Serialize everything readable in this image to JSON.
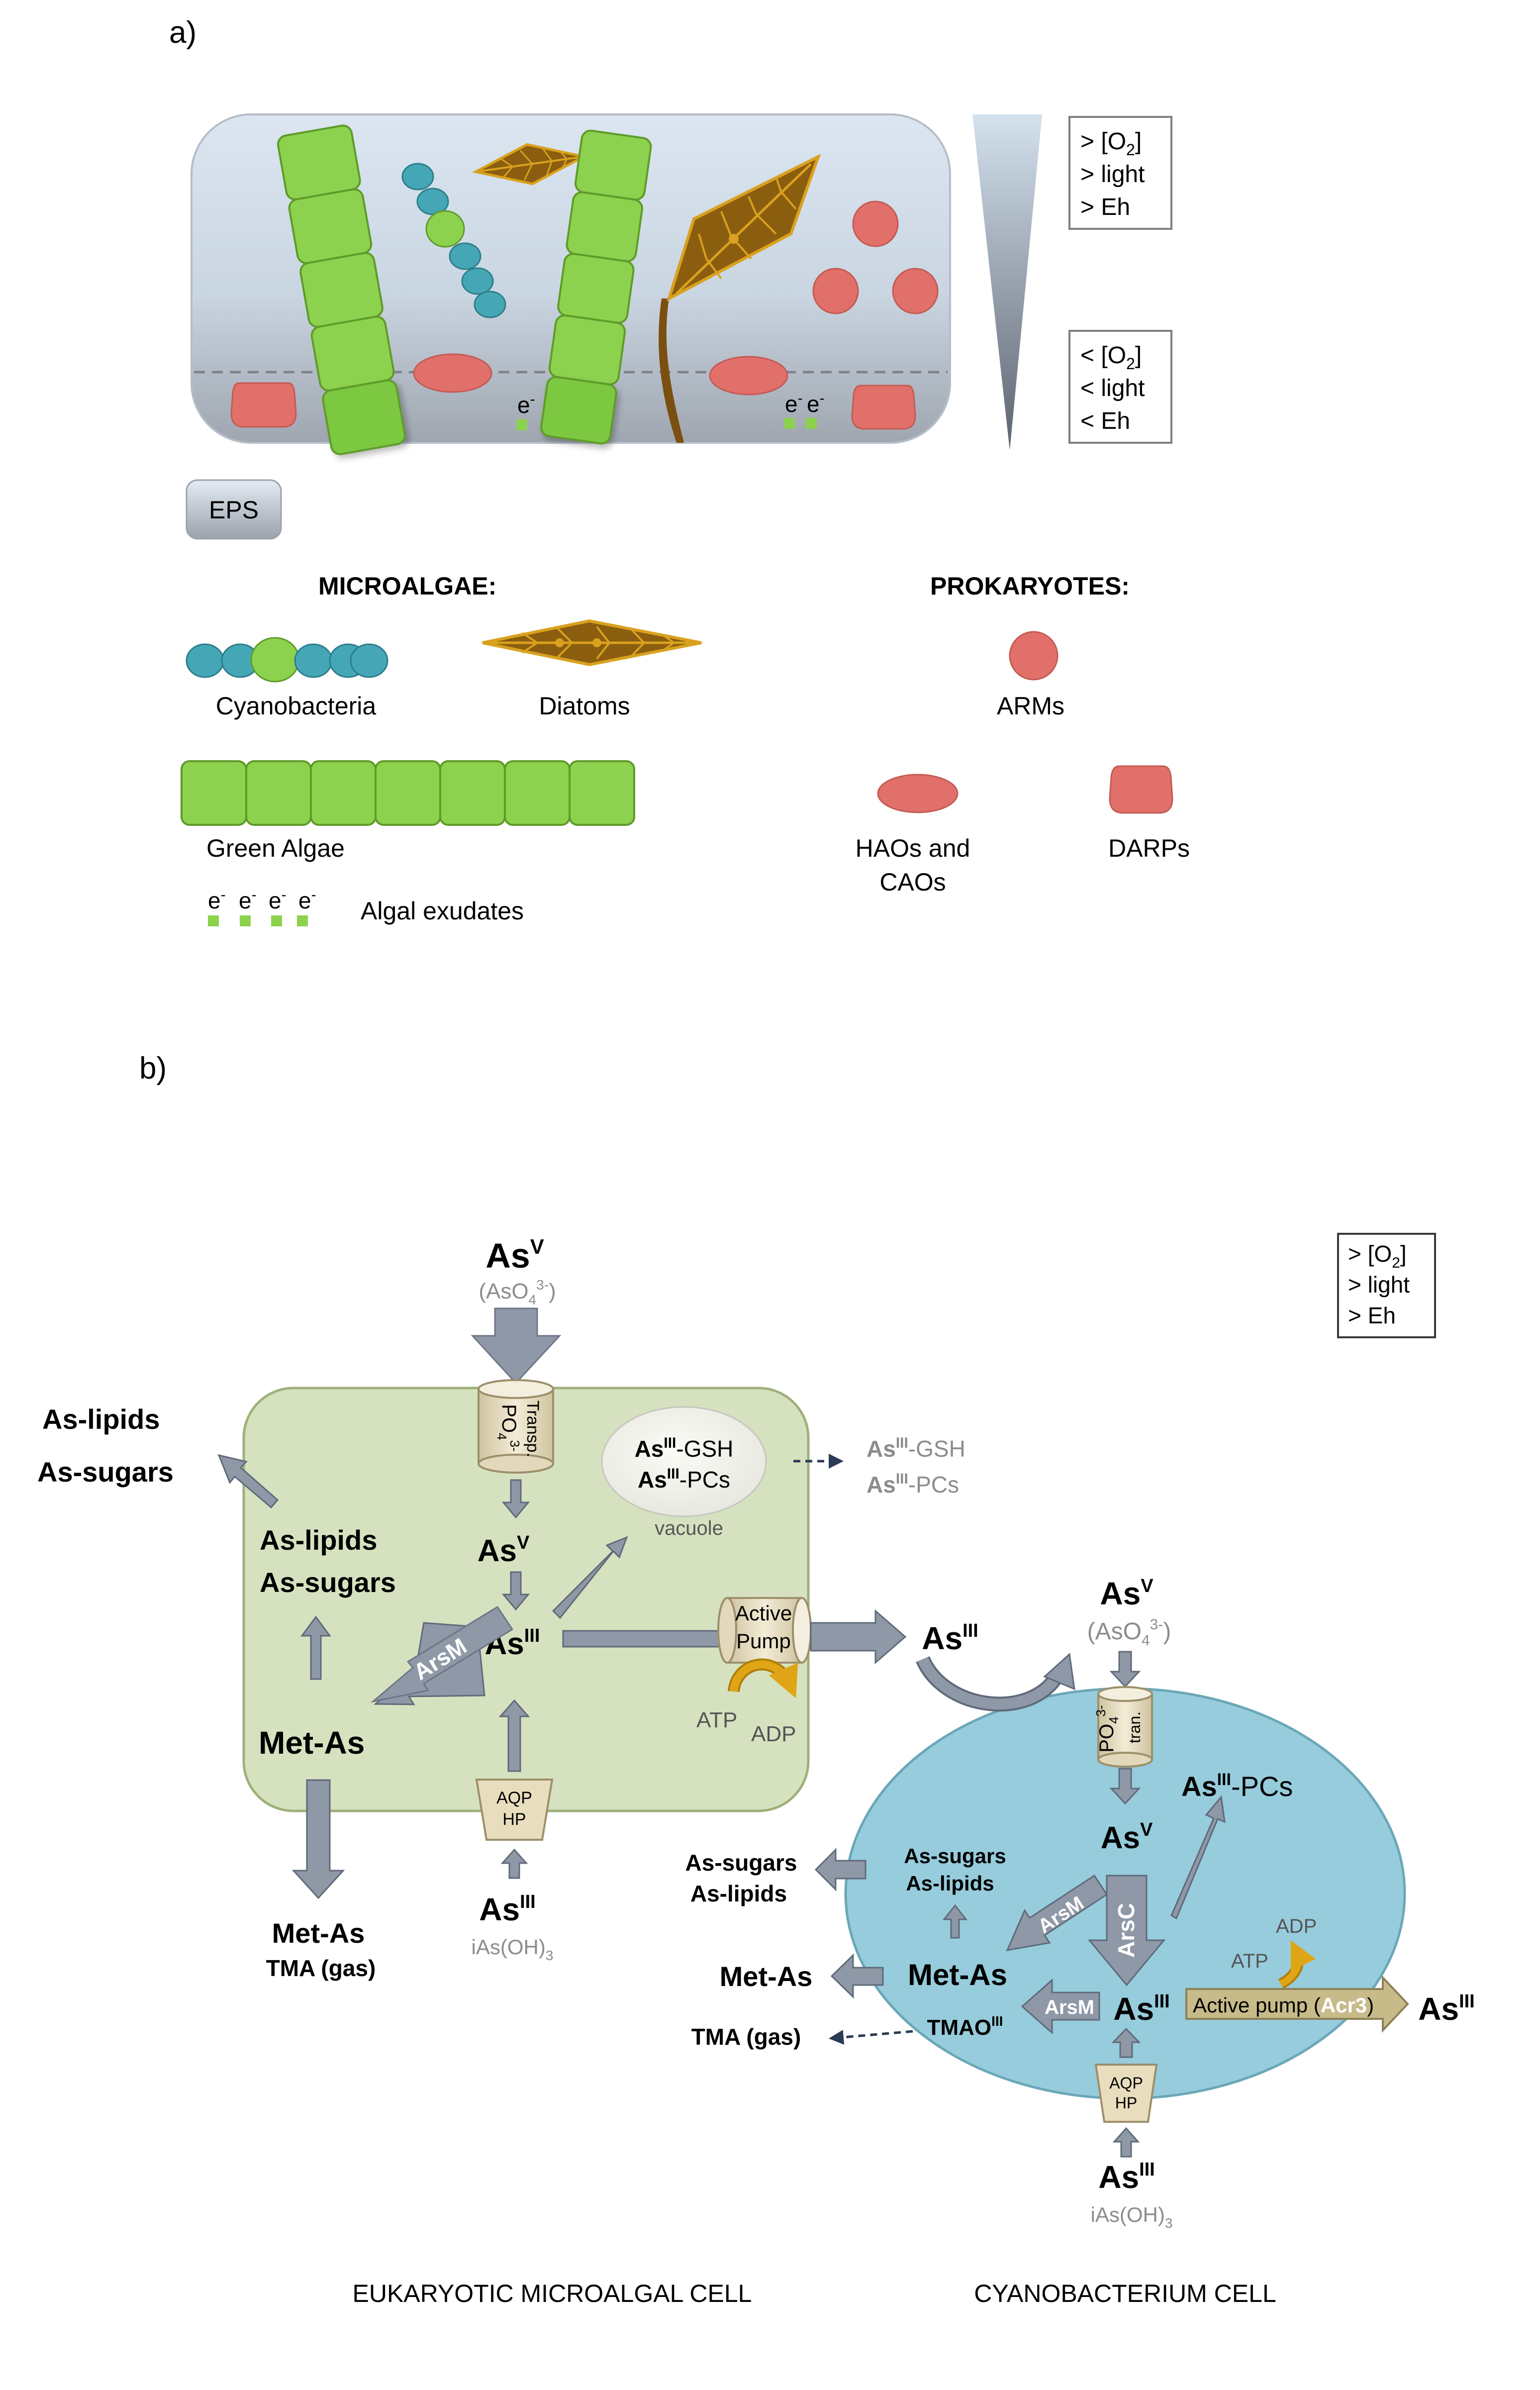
{
  "panel_a": {
    "label": "a)",
    "top_box": {
      "l1": "> [O",
      "s1": "2",
      "r1": "]",
      "l2": "> light",
      "l3": "> Eh"
    },
    "bottom_box": {
      "l1": "< [O",
      "s1": "2",
      "r1": "]",
      "l2": "< light",
      "l3": "< Eh"
    },
    "electron": "e",
    "electron_sup": "-",
    "eps_label": "EPS",
    "legend": {
      "microalgae_header": "MICROALGAE:",
      "prokaryotes_header": "PROKARYOTES:",
      "cyanobacteria": "Cyanobacteria",
      "diatoms": "Diatoms",
      "green_algae": "Green Algae",
      "algal_exudates": "Algal exudates",
      "arms": "ARMs",
      "haos_line1": "HAOs and",
      "haos_line2": "CAOs",
      "darps": "DARPs"
    }
  },
  "panel_b": {
    "label": "b)",
    "oxic_box": {
      "l1": "> [O",
      "s1": "2",
      "r1": "]",
      "l2": "> light",
      "l3": "> Eh"
    },
    "as": "As",
    "sup_v": "V",
    "sup_iii": "III",
    "aso4_pre": "(AsO",
    "aso4_sub": "4",
    "aso4_sup": "3-",
    "aso4_post": ")",
    "ias_pre": "iAs(OH)",
    "ias_sub": "3",
    "po4": "PO",
    "po4_sub": "4",
    "po4_sup": "3-",
    "transp": "Transp.",
    "tran": "tran.",
    "gsh": "-GSH",
    "pcs": "-PCs",
    "vacuole": "vacuole",
    "as_lipids": "As-lipids",
    "as_sugars": "As-sugars",
    "met_as": "Met-As",
    "tma_gas": "TMA (gas)",
    "arsm": "ArsM",
    "arsc": "ArsC",
    "active": "Active",
    "pump": "Pump",
    "atp": "ATP",
    "adp": "ADP",
    "aqp": "AQP",
    "hp": "HP",
    "tmao": "TMAO",
    "active_pump_pre": "Active pump (",
    "acr3": "Acr3",
    "active_pump_post": ")",
    "euk_caption": "EUKARYOTIC MICROALGAL CELL",
    "cyano_caption": "CYANOBACTERIUM CELL"
  },
  "colors": {
    "biofilm_top": "#D6E3F0",
    "biofilm_bottom": "#A8AEB8",
    "green_alga": "#8CD24E",
    "cyanobacterium": "#45A7B6",
    "diatom": "#8B5E0F",
    "diatom_edge": "#D9A11E",
    "prokaryote": "#E2706A",
    "euk_cell": "#D6E2BF",
    "cyano_cell": "#96CCDC",
    "arrow_grey": "#8F98A6",
    "membrane_protein": "#E8DDBD",
    "atp_arrow": "#E0A516",
    "grey_text": "#8C8C8C"
  }
}
